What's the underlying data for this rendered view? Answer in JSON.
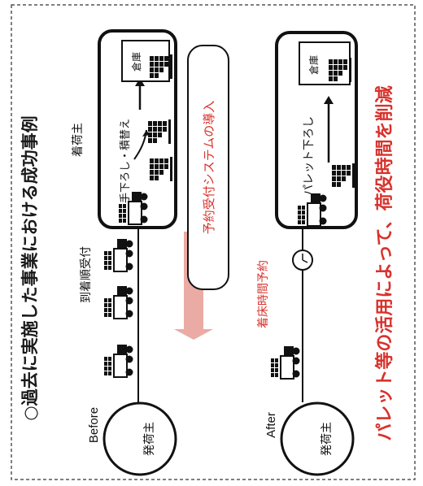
{
  "title": "○過去に実施した事業における成功事例",
  "before": {
    "label": "Before",
    "shipper": "発荷主",
    "consignee": "着荷主",
    "queue_label": "到着順受付",
    "unload_label": "手下ろし・積替え",
    "warehouse": "倉庫"
  },
  "after": {
    "label": "After",
    "shipper": "発荷主",
    "reservation_label": "着床時間予約",
    "pallet_label": "パレット下ろし",
    "warehouse": "倉庫"
  },
  "intervention": "予約受付システムの導入",
  "conclusion": "パレット等の活用によって、荷役時間を削減",
  "colors": {
    "accent_red": "#d8322c",
    "arrow_pink": "#e8a29a",
    "ink": "#1a1a1a",
    "outer_border": "#555555"
  }
}
